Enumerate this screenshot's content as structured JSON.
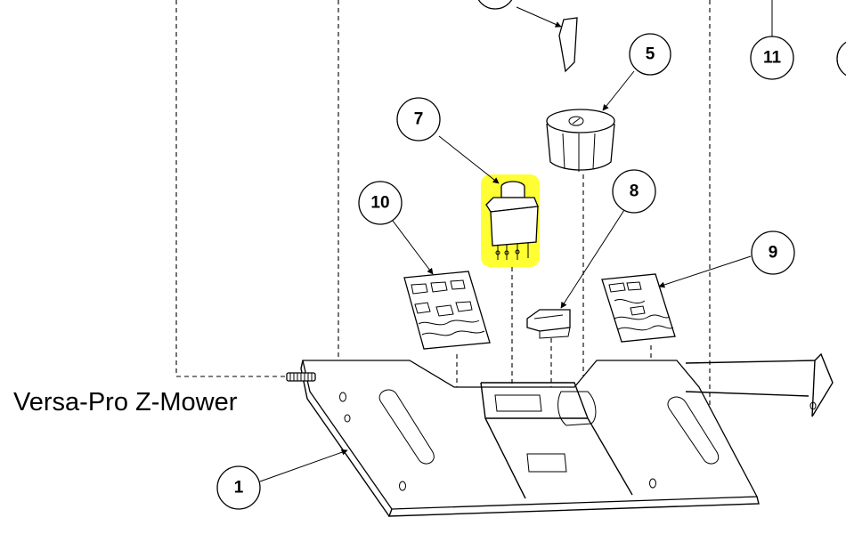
{
  "title": "Versa-Pro Z-Mower",
  "highlight_color": "#ffff33",
  "callouts": [
    {
      "id": "1",
      "label": "1"
    },
    {
      "id": "5",
      "label": "5"
    },
    {
      "id": "7",
      "label": "7"
    },
    {
      "id": "8",
      "label": "8"
    },
    {
      "id": "9",
      "label": "9"
    },
    {
      "id": "10",
      "label": "10"
    },
    {
      "id": "11",
      "label": "11"
    }
  ]
}
